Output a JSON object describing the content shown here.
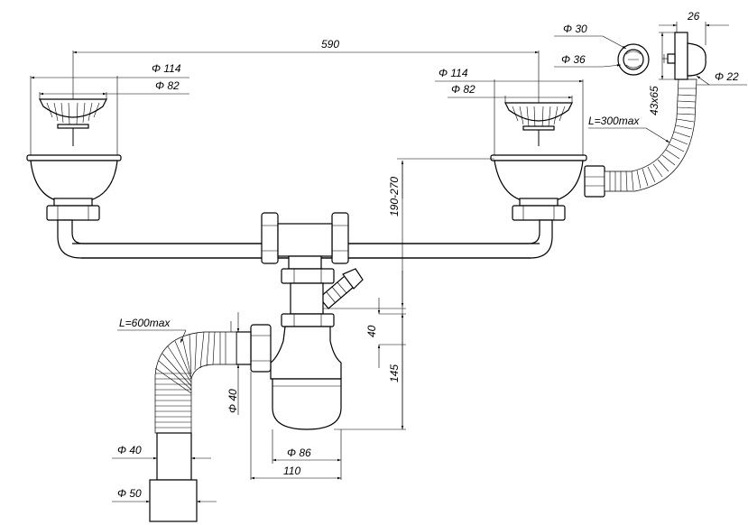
{
  "drawing": {
    "dimensions": {
      "center_distance": "590",
      "left_outlet_outer": "Φ 114",
      "left_outlet_inner": "Φ 82",
      "right_outlet_outer": "Φ 114",
      "right_outlet_inner": "Φ 82",
      "overflow_grille_outer": "Φ 30",
      "overflow_grille_inner": "Φ 36",
      "overflow_depth": "26",
      "overflow_size": "43x65",
      "overflow_hose_diameter": "Φ 22",
      "overflow_hose_length": "L=300max",
      "height_range": "190-270",
      "side_branch_offset": "40",
      "trap_height": "145",
      "drain_hose_length": "L=600max",
      "hose_diameter": "Φ 40",
      "outlet_diameter": "Φ 40",
      "outlet_outer_diameter": "Φ 50",
      "bottle_diameter": "Φ 86",
      "bottle_width": "110"
    }
  }
}
